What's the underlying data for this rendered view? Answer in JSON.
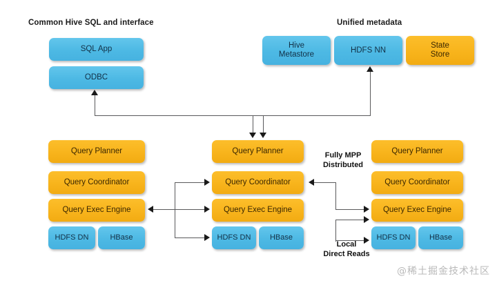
{
  "diagram": {
    "type": "architecture-block-diagram",
    "title_left": "Common Hive SQL and interface",
    "title_right": "Unified metadata",
    "background_color": "#ffffff",
    "colors": {
      "blue": "#4db9e4",
      "orange": "#f8b41c",
      "connector": "#58585a",
      "arrow": "#1a1a1a",
      "text_dark": "#1a1a1a"
    }
  },
  "interface_stack": {
    "caption": "Common Hive SQL and interface",
    "boxes": [
      {
        "label": "SQL App",
        "color": "blue"
      },
      {
        "label": "ODBC",
        "color": "blue"
      }
    ]
  },
  "metadata_row": {
    "caption": "Unified metadata",
    "boxes": [
      {
        "label": "Hive\nMetastore",
        "line1": "Hive",
        "line2": "Metastore",
        "color": "blue"
      },
      {
        "label": "HDFS NN",
        "line1": "HDFS NN",
        "line2": "",
        "color": "blue"
      },
      {
        "label": "State\nStore",
        "line1": "State",
        "line2": "Store",
        "color": "orange"
      }
    ]
  },
  "nodes": [
    {
      "id": "node-left",
      "layers": [
        {
          "label": "Query Planner",
          "color": "orange"
        },
        {
          "label": "Query Coordinator",
          "color": "orange"
        },
        {
          "label": "Query Exec Engine",
          "color": "orange"
        }
      ],
      "storage": [
        {
          "label": "HDFS DN",
          "color": "blue"
        },
        {
          "label": "HBase",
          "color": "blue"
        }
      ]
    },
    {
      "id": "node-center",
      "layers": [
        {
          "label": "Query Planner",
          "color": "orange"
        },
        {
          "label": "Query Coordinator",
          "color": "orange"
        },
        {
          "label": "Query Exec Engine",
          "color": "orange"
        }
      ],
      "storage": [
        {
          "label": "HDFS DN",
          "color": "blue"
        },
        {
          "label": "HBase",
          "color": "blue"
        }
      ]
    },
    {
      "id": "node-right",
      "layers": [
        {
          "label": "Query Planner",
          "color": "orange"
        },
        {
          "label": "Query Coordinator",
          "color": "orange"
        },
        {
          "label": "Query Exec Engine",
          "color": "orange"
        }
      ],
      "storage": [
        {
          "label": "HDFS DN",
          "color": "blue"
        },
        {
          "label": "HBase",
          "color": "blue"
        }
      ]
    }
  ],
  "annotations": [
    {
      "id": "mpp",
      "line1": "Fully MPP",
      "line2": "Distributed"
    },
    {
      "id": "local-reads",
      "line1": "Local",
      "line2": "Direct Reads"
    }
  ],
  "watermark": {
    "text": "@稀土掘金技术社区"
  }
}
